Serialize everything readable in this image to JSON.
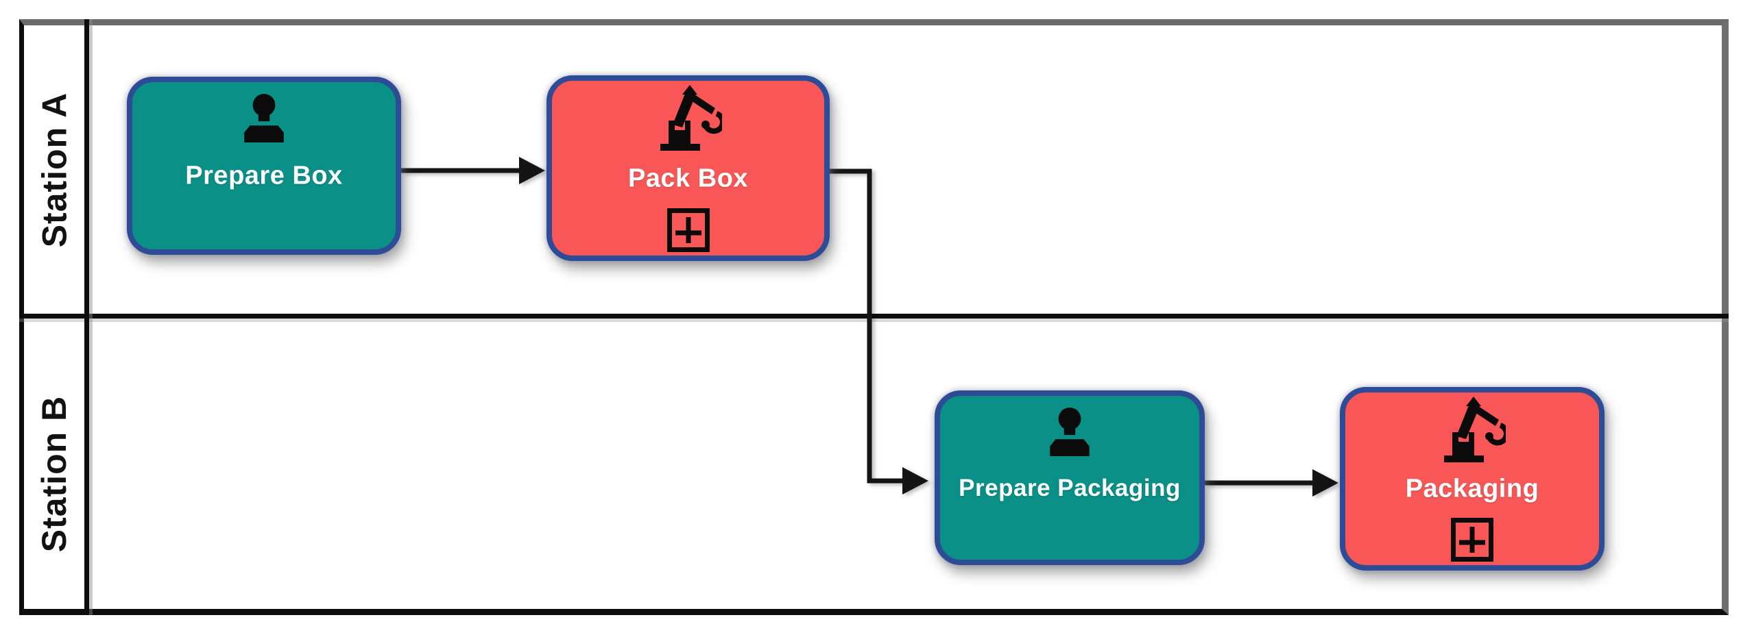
{
  "diagram": {
    "kind": "bpmn-swimlane-process",
    "lanes": [
      {
        "label": "Station A"
      },
      {
        "label": "Station B"
      }
    ],
    "tasks": [
      {
        "label": "Prepare Box",
        "lane": "Station A",
        "performer": "human",
        "icon": "person-icon",
        "fill": "#0a9086",
        "has_subprocess_marker": false
      },
      {
        "label": "Pack Box",
        "lane": "Station A",
        "performer": "robot",
        "icon": "robot-arm-icon",
        "fill": "#f95757",
        "has_subprocess_marker": true
      },
      {
        "label": "Prepare Packaging",
        "lane": "Station B",
        "performer": "human",
        "icon": "person-icon",
        "fill": "#0a9086",
        "has_subprocess_marker": false
      },
      {
        "label": "Packaging",
        "lane": "Station B",
        "performer": "robot",
        "icon": "robot-arm-icon",
        "fill": "#f95757",
        "has_subprocess_marker": true
      }
    ],
    "flows": [
      {
        "from": "Prepare Box",
        "to": "Pack Box",
        "route": "straight"
      },
      {
        "from": "Pack Box",
        "to": "Prepare Packaging",
        "route": "elbow-down"
      },
      {
        "from": "Prepare Packaging",
        "to": "Packaging",
        "route": "straight"
      }
    ],
    "colors": {
      "human_task_fill": "#0a9086",
      "robot_task_fill": "#f95757",
      "task_border": "#2e4b96",
      "task_text": "#ffffff",
      "lane_text": "#121212",
      "connector": "#141414",
      "pool_border_gray": "#6b6b6b",
      "pool_border_black": "#0d0d0d"
    }
  }
}
